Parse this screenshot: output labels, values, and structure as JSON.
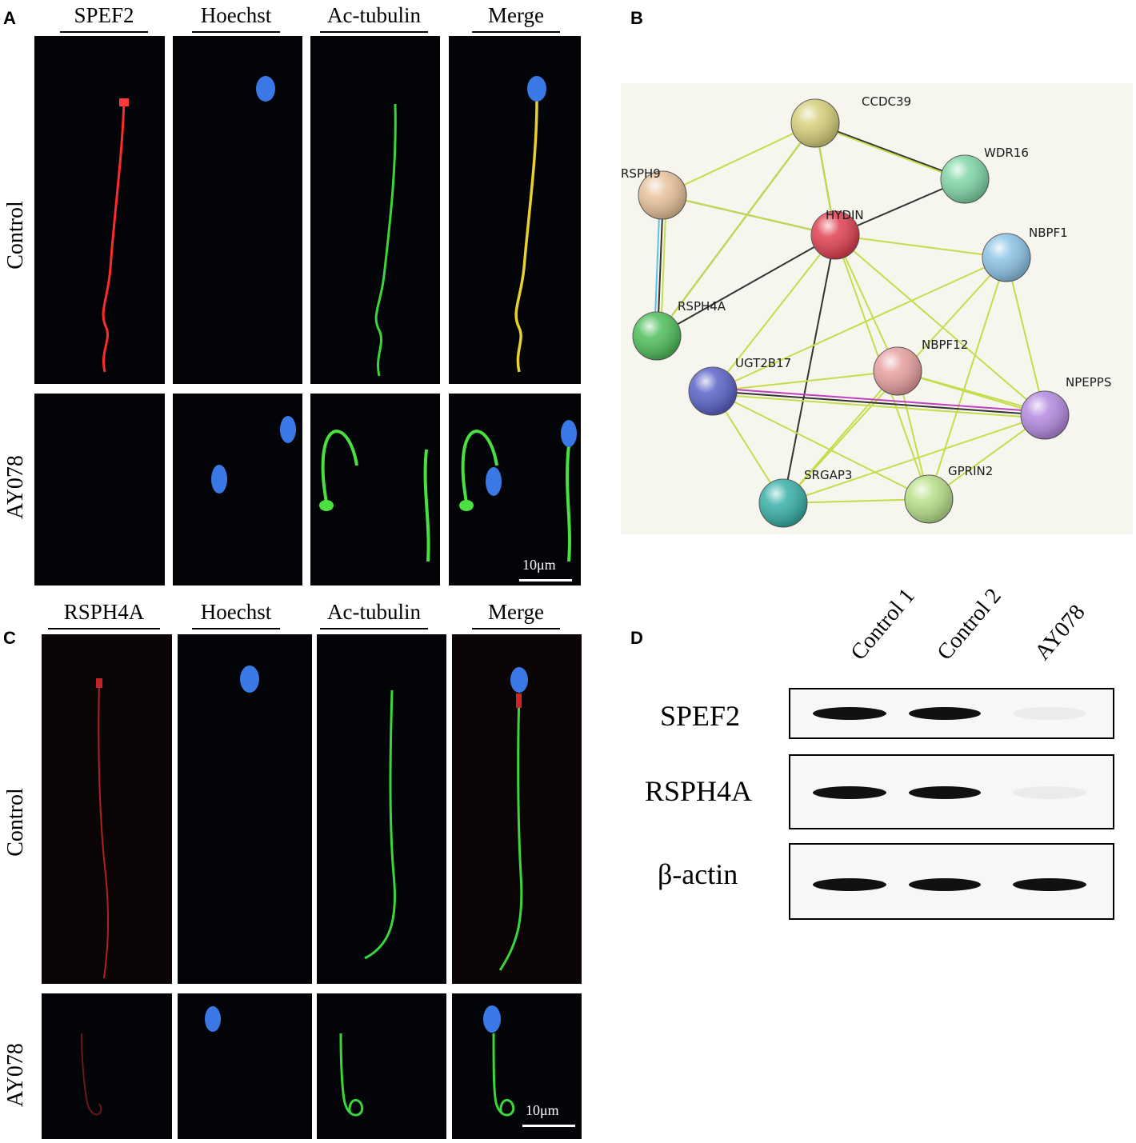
{
  "panel_letters": {
    "a": "A",
    "b": "B",
    "c": "C",
    "d": "D"
  },
  "panel_a": {
    "columns": [
      "SPEF2",
      "Hoechst",
      "Ac-tubulin",
      "Merge"
    ],
    "rows": [
      "Control",
      "AY078"
    ],
    "scale_bar": "10μm"
  },
  "panel_c": {
    "columns": [
      "RSPH4A",
      "Hoechst",
      "Ac-tubulin",
      "Merge"
    ],
    "rows": [
      "Control",
      "AY078"
    ],
    "scale_bar": "10μm"
  },
  "panel_b": {
    "nodes": [
      "CCDC39",
      "RSPH9",
      "WDR16",
      "HYDIN",
      "NBPF1",
      "RSPH4A",
      "UGT2B17",
      "NBPF12",
      "NPEPPS",
      "SRGAP3",
      "GPRIN2"
    ],
    "node_colors": {
      "CCDC39": "#d6cf7a",
      "RSPH9": "#e8c29a",
      "WDR16": "#7fd6a6",
      "HYDIN": "#e04050",
      "NBPF1": "#8cc4e6",
      "RSPH4A": "#4fbf5a",
      "UGT2B17": "#5a62c8",
      "NBPF12": "#e8a0a0",
      "NPEPPS": "#b48ae0",
      "SRGAP3": "#38b0a8",
      "GPRIN2": "#b8e08a"
    }
  },
  "panel_d": {
    "lanes": [
      "Control 1",
      "Control 2",
      "AY078"
    ],
    "proteins": [
      "SPEF2",
      "RSPH4A",
      "β-actin"
    ],
    "band_presence": {
      "SPEF2": [
        1,
        1,
        0
      ],
      "RSPH4A": [
        1,
        1,
        0
      ],
      "β-actin": [
        1,
        1,
        1
      ]
    }
  }
}
